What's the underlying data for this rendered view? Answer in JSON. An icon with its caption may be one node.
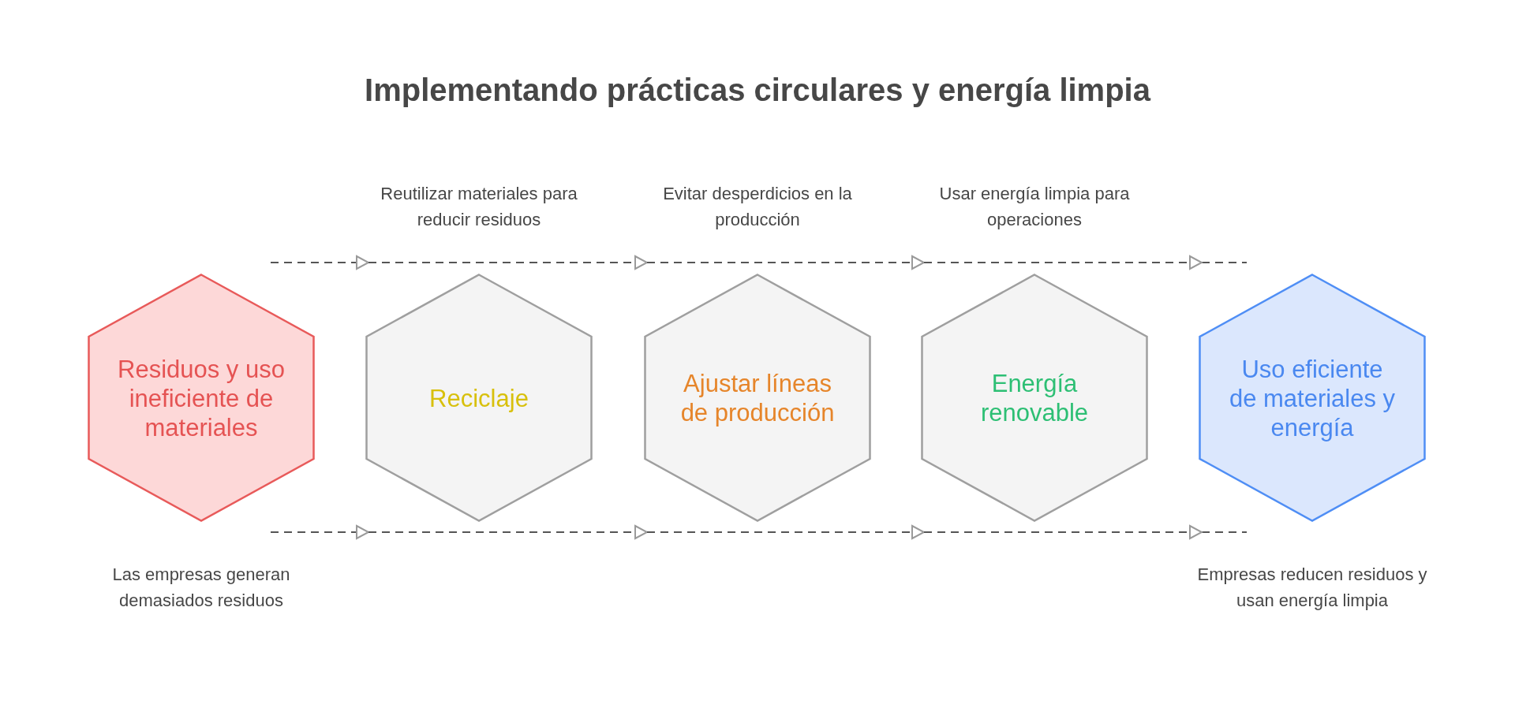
{
  "diagram": {
    "title": "Implementando prácticas circulares y energía limpia",
    "nodes": [
      {
        "text": [
          "Residuos y uso ineficiente de materiales"
        ],
        "beside": [
          "Las empresas generan demasiados residuos"
        ]
      },
      {
        "text": [
          "Reciclaje"
        ],
        "beside": [
          "Reutilizar materiales para reducir residuos"
        ]
      },
      {
        "text": [
          "Ajustar líneas de producción"
        ],
        "beside": [
          "Evitar desperdicios en la producción"
        ]
      },
      {
        "text": [
          "Energía renovable"
        ],
        "beside": [
          "Usar energía limpia para operaciones"
        ]
      },
      {
        "text": [
          "Uso eficiente de materiales y energía"
        ],
        "beside": [
          "Empresas reducen residuos y usan energía limpia"
        ]
      }
    ],
    "edges": [
      {
        "from": 0,
        "to": 1,
        "arrow": "to",
        "style": "dashed"
      },
      {
        "from": 1,
        "to": 2,
        "arrow": "to",
        "style": "dashed"
      },
      {
        "from": 2,
        "to": 3,
        "arrow": "to",
        "style": "dashed"
      },
      {
        "from": 3,
        "to": 4,
        "arrow": "to",
        "style": "dashed"
      },
      {
        "from": 0,
        "to": 1,
        "arrow": "to",
        "style": "dashed"
      },
      {
        "from": 1,
        "to": 2,
        "arrow": "to",
        "style": "dashed"
      },
      {
        "from": 2,
        "to": 3,
        "arrow": "to",
        "style": "dashed"
      },
      {
        "from": 3,
        "to": 4,
        "arrow": "to",
        "style": "dashed"
      }
    ]
  }
}
